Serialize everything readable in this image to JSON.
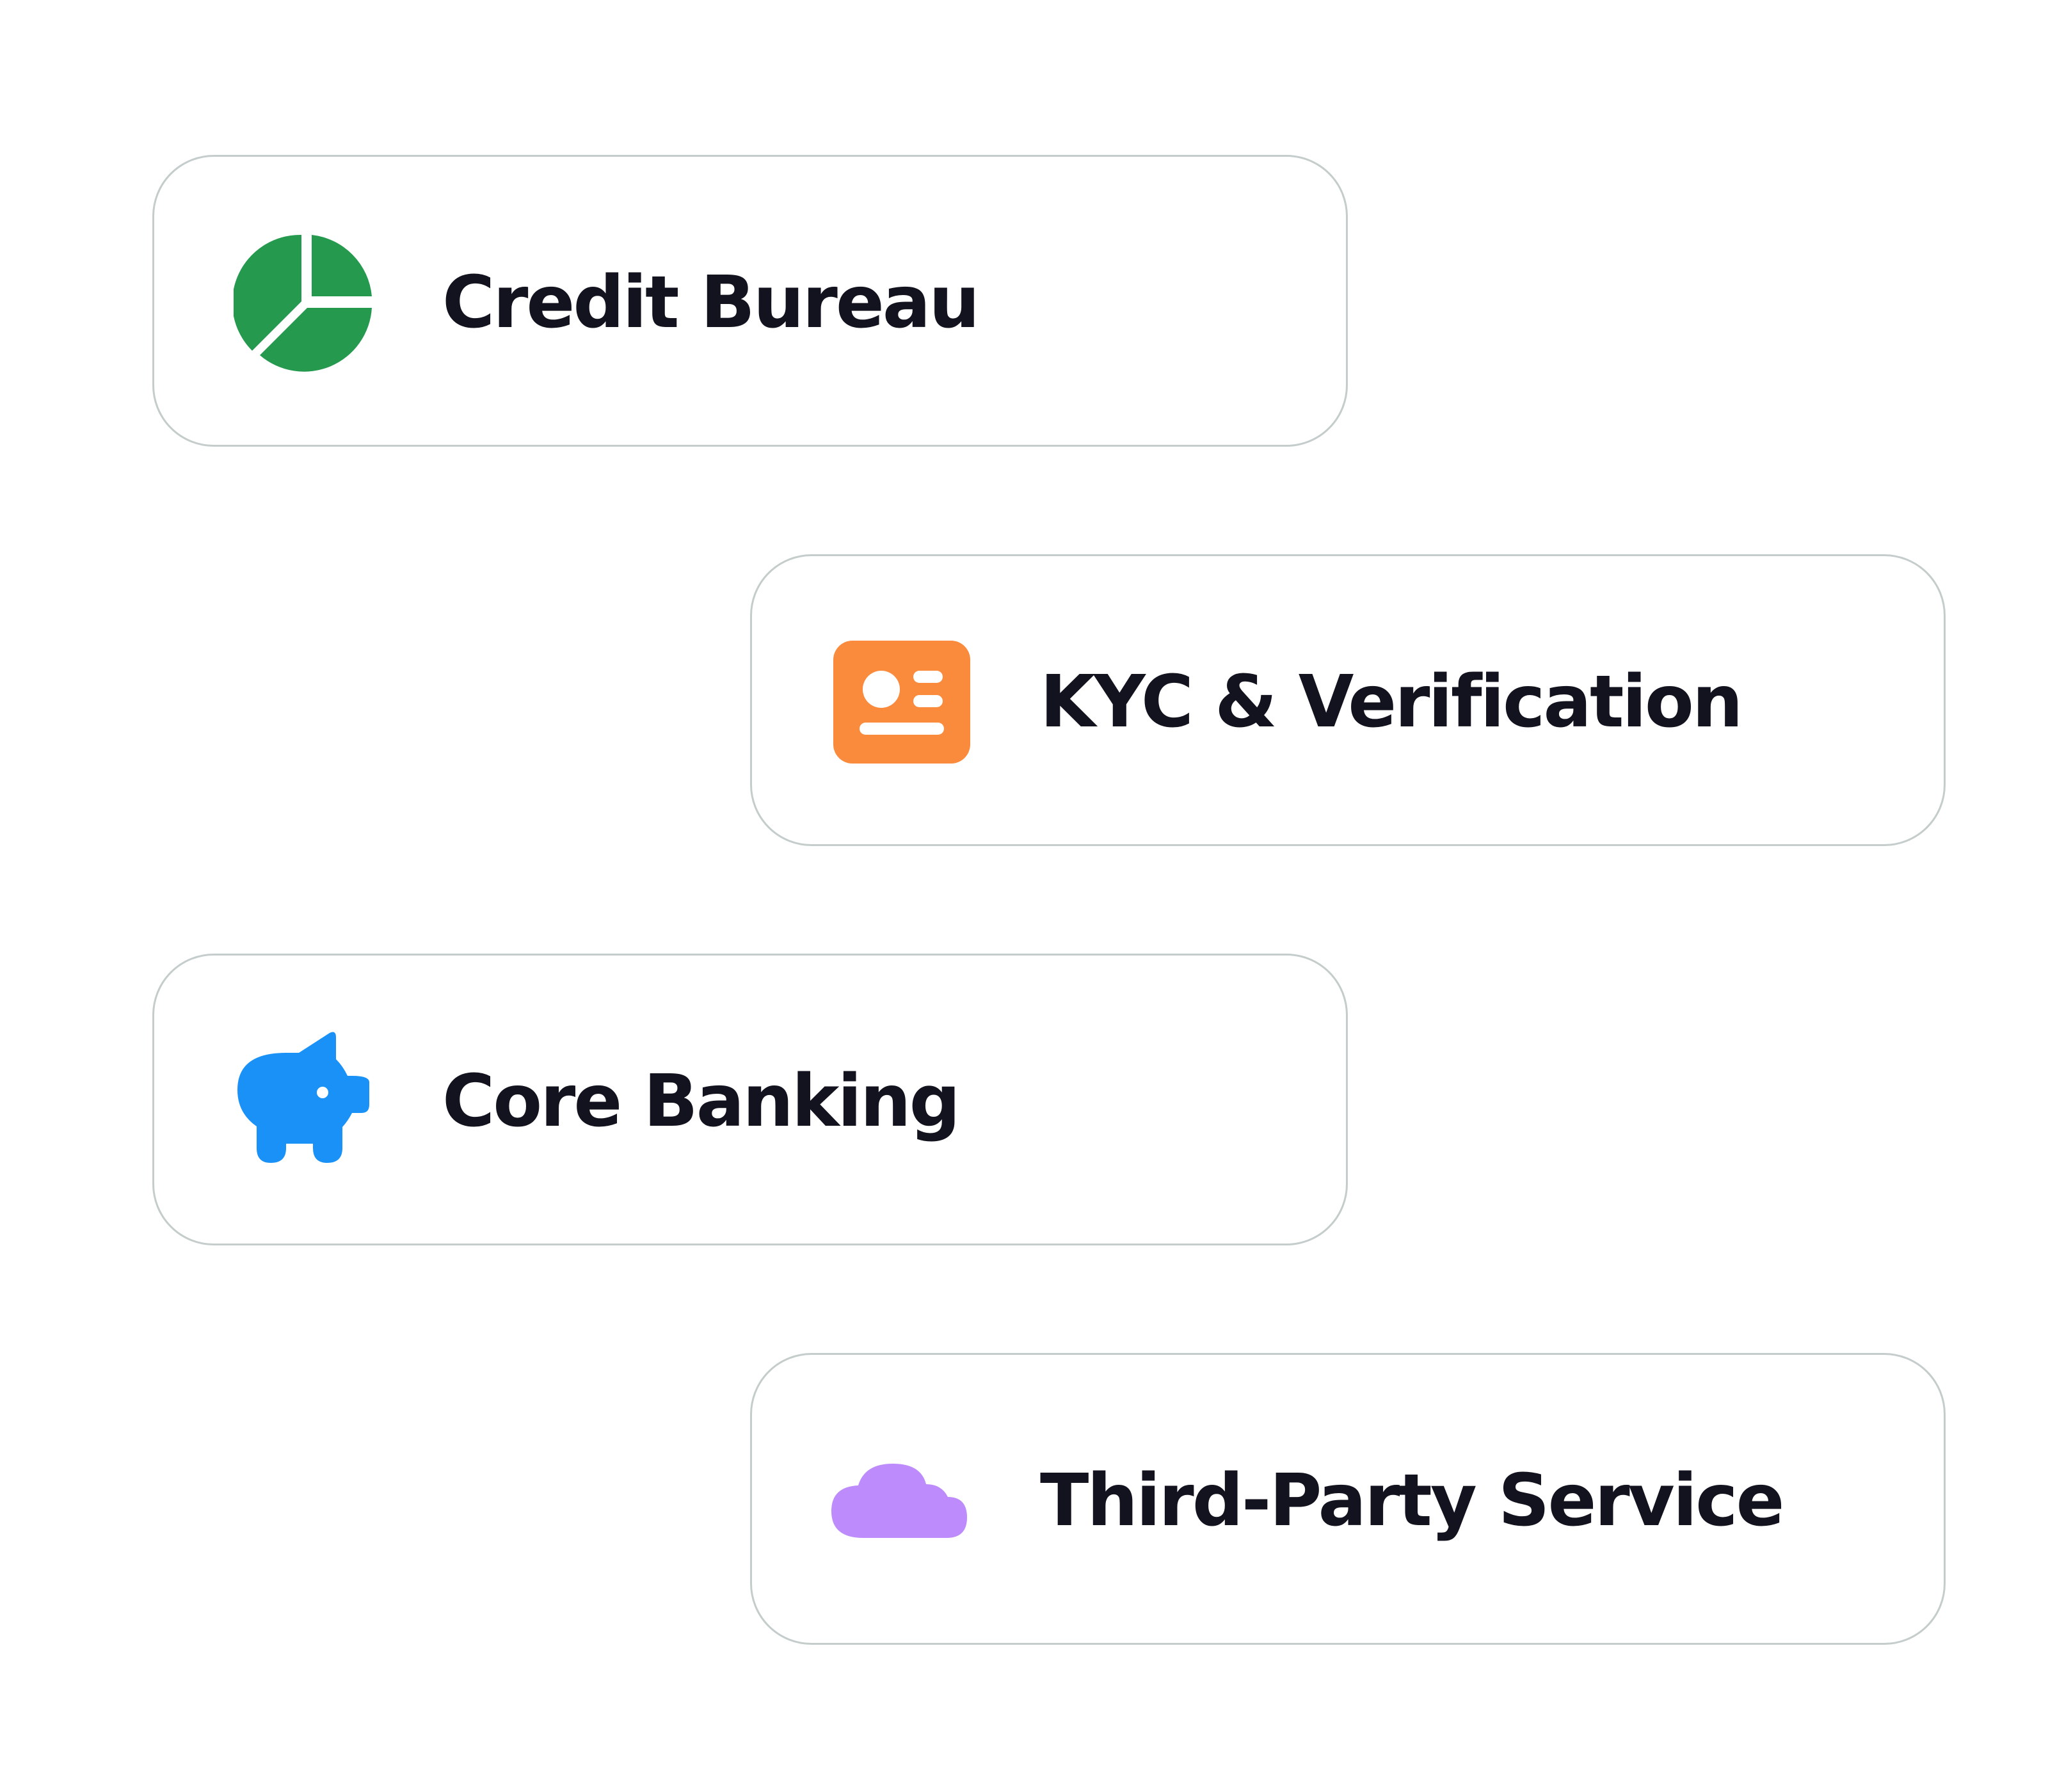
{
  "integrations": [
    {
      "label": "Credit Bureau",
      "icon": "pie-chart-icon",
      "color": "#259a4f"
    },
    {
      "label": "KYC & Verification",
      "icon": "id-card-icon",
      "color": "#fa8a3c"
    },
    {
      "label": "Core Banking",
      "icon": "piggy-bank-icon",
      "color": "#1a91f7"
    },
    {
      "label": "Third-Party Service",
      "icon": "cloud-icon",
      "color": "#bd8bfb"
    }
  ]
}
